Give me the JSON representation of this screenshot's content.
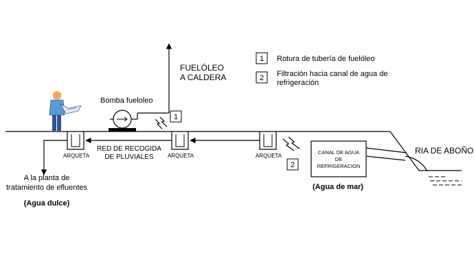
{
  "legend": {
    "items": [
      {
        "number": "1",
        "text": "Rotura de tubería de fuelóleo"
      },
      {
        "number": "2",
        "text_line1": "Filtración hacia canal de agua de",
        "text_line2": "refrigeración"
      }
    ]
  },
  "labels": {
    "fuel_line1": "FUELÓLEO",
    "fuel_line2": "A CALDERA",
    "pump": "Bomba fueloleo",
    "network_line1": "RED DE RECOGIDA",
    "network_line2": "DE PLUVIALES",
    "arqueta": "ARQUETA",
    "destination_line1": "A la planta de",
    "destination_line2": "tratamiento de efluentes",
    "fresh_water": "(Agua dulce)",
    "sea_water": "(Agua de mar)",
    "canal_line1": "CANAL DE AGUA",
    "canal_line2": "DE",
    "canal_line3": "REFRIGERACION",
    "river": "RIA DE ABOÑO"
  },
  "markers": {
    "leak1": "1",
    "leak2": "2"
  },
  "colors": {
    "worker_shirt": "#5b9bd5",
    "worker_helmet": "#f2b134",
    "worker_skin": "#e8a87c",
    "worker_pants": "#2f5597"
  }
}
